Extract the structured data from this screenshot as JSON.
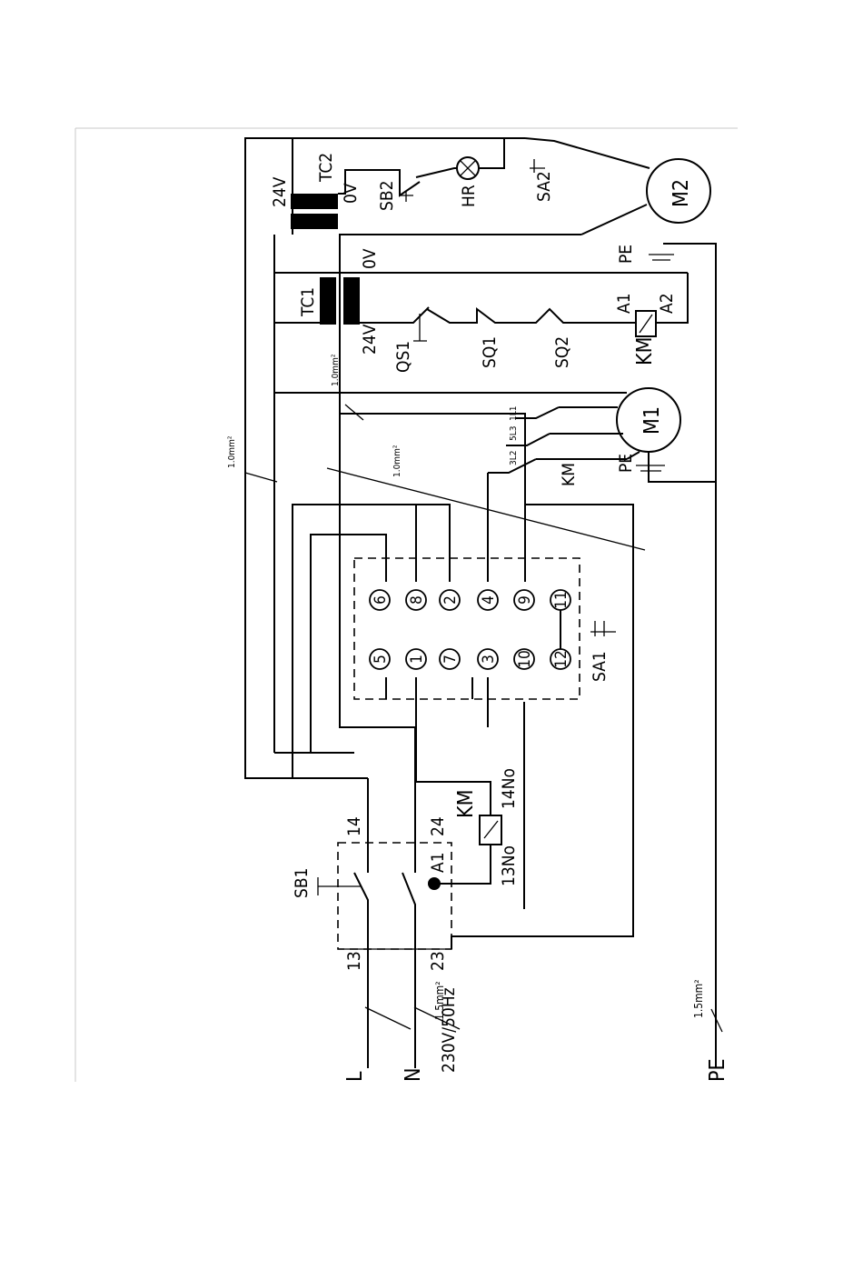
{
  "supply": {
    "line_label": "L",
    "neutral_label": "N",
    "rating": "230V/50Hz",
    "cable_size": "1.5mm²",
    "pe_label": "PE",
    "pe_cable_size": "1.5mm²"
  },
  "sb1": {
    "label": "SB1",
    "terminal_13": "13",
    "terminal_14": "14",
    "terminal_23": "23",
    "terminal_24": "24"
  },
  "km_relay": {
    "label": "KM",
    "a1_label": "A1",
    "contact_13": "13No",
    "contact_14": "14No"
  },
  "sa1": {
    "label": "SA1",
    "terminals": [
      "5",
      "1",
      "7",
      "3",
      "10",
      "12",
      "6",
      "8",
      "2",
      "4",
      "9",
      "11"
    ]
  },
  "wiring": {
    "cable_1": "1.0mm²",
    "cable_2": "1.0mm²",
    "cable_3": "1.0mm²",
    "cable_4": "1.0mm²"
  },
  "m1": {
    "label": "M1",
    "km_label": "KM",
    "pe_label": "PE",
    "phase_1": "3L2",
    "phase_2": "5L3",
    "phase_3": "1L1"
  },
  "tc1": {
    "label": "TC1",
    "primary_label": "24V",
    "secondary_label": "0V"
  },
  "control": {
    "qs1": "QS1",
    "sq1": "SQ1",
    "sq2": "SQ2",
    "km_coil": "KM",
    "a1": "A1",
    "a2": "A2",
    "pe": "PE"
  },
  "tc2": {
    "label": "TC2",
    "primary_label": "24V",
    "secondary_label": "0V",
    "sb2": "SB2",
    "hr": "HR",
    "sa2": "SA2",
    "m2": "M2"
  }
}
